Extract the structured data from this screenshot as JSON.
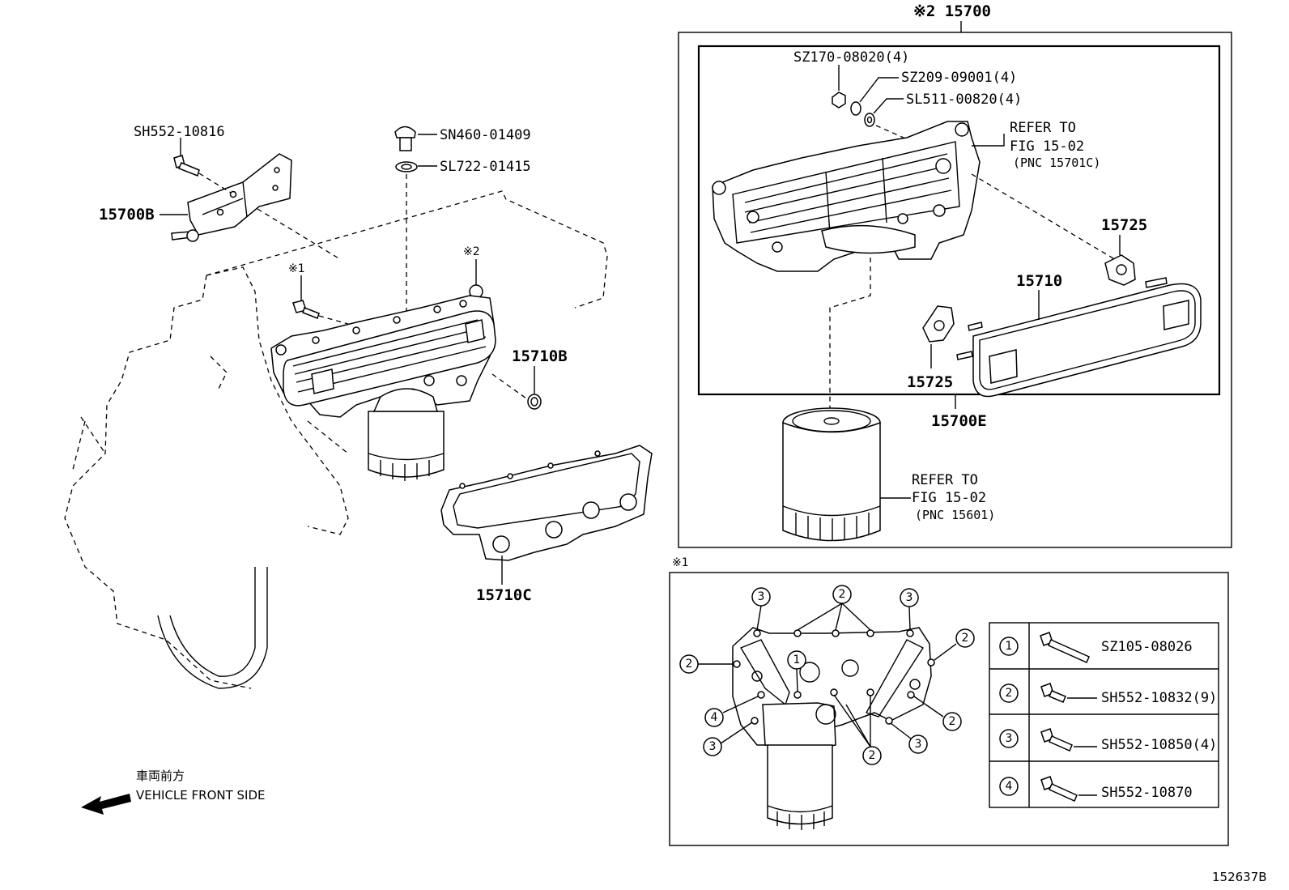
{
  "labels": {
    "sh552_10816": "SH552-10816",
    "p15700b": "15700B",
    "sn460": "SN460-01409",
    "sl722": "SL722-01415",
    "mark1_top": "※1",
    "mark2_top": "※2",
    "p15710b": "15710B",
    "p15710c": "15710C",
    "assy": "※2 15700",
    "sz170": "SZ170-08020(4)",
    "sz209": "SZ209-09001(4)",
    "sl511": "SL511-00820(4)",
    "refer1_a": "REFER TO",
    "refer1_b": "FIG 15-02",
    "refer1_c": "(PNC 15701C)",
    "p15725_top": "15725",
    "p15710": "15710",
    "p15725_low": "15725",
    "p15700e": "15700E",
    "refer2_a": "REFER TO",
    "refer2_b": "FIG 15-02",
    "refer2_c": "(PNC 15601)",
    "mark1_box": "※1",
    "front_jp": "車両前方",
    "front_en": "VEHICLE FRONT SIDE",
    "figure_id": "152637B"
  },
  "bolt_table": [
    {
      "index": "1",
      "part": "SZ105-08026"
    },
    {
      "index": "2",
      "part": "SH552-10832(9)"
    },
    {
      "index": "3",
      "part": "SH552-10850(4)"
    },
    {
      "index": "4",
      "part": "SH552-10870"
    }
  ],
  "callouts": {
    "c1": "1",
    "c2": "2",
    "c3": "3",
    "c4": "4"
  },
  "icons": [
    "bolt-icon",
    "washer-icon",
    "nut-icon",
    "arrow-left-icon",
    "oil-filter-icon",
    "oil-cooler-icon",
    "gasket-icon",
    "engine-outline"
  ]
}
